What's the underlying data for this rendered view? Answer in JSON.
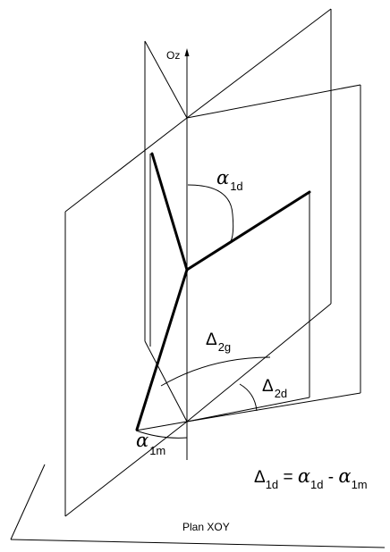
{
  "axis": {
    "label": "Oz"
  },
  "plane": {
    "label": "Plan XOY"
  },
  "angles": {
    "alpha_1d": {
      "symbol": "α",
      "sub": "1d"
    },
    "alpha_1m": {
      "symbol": "α",
      "sub": "1m"
    },
    "delta_2g": {
      "symbol": "Δ",
      "sub": "2g"
    },
    "delta_2d": {
      "symbol": "Δ",
      "sub": "2d"
    }
  },
  "formula": {
    "lhs_symbol": "Δ",
    "lhs_sub": "1d",
    "equals": " = ",
    "t1_symbol": "α",
    "t1_sub": "1d",
    "minus": " - ",
    "t2_symbol": "α",
    "t2_sub": "1m"
  }
}
